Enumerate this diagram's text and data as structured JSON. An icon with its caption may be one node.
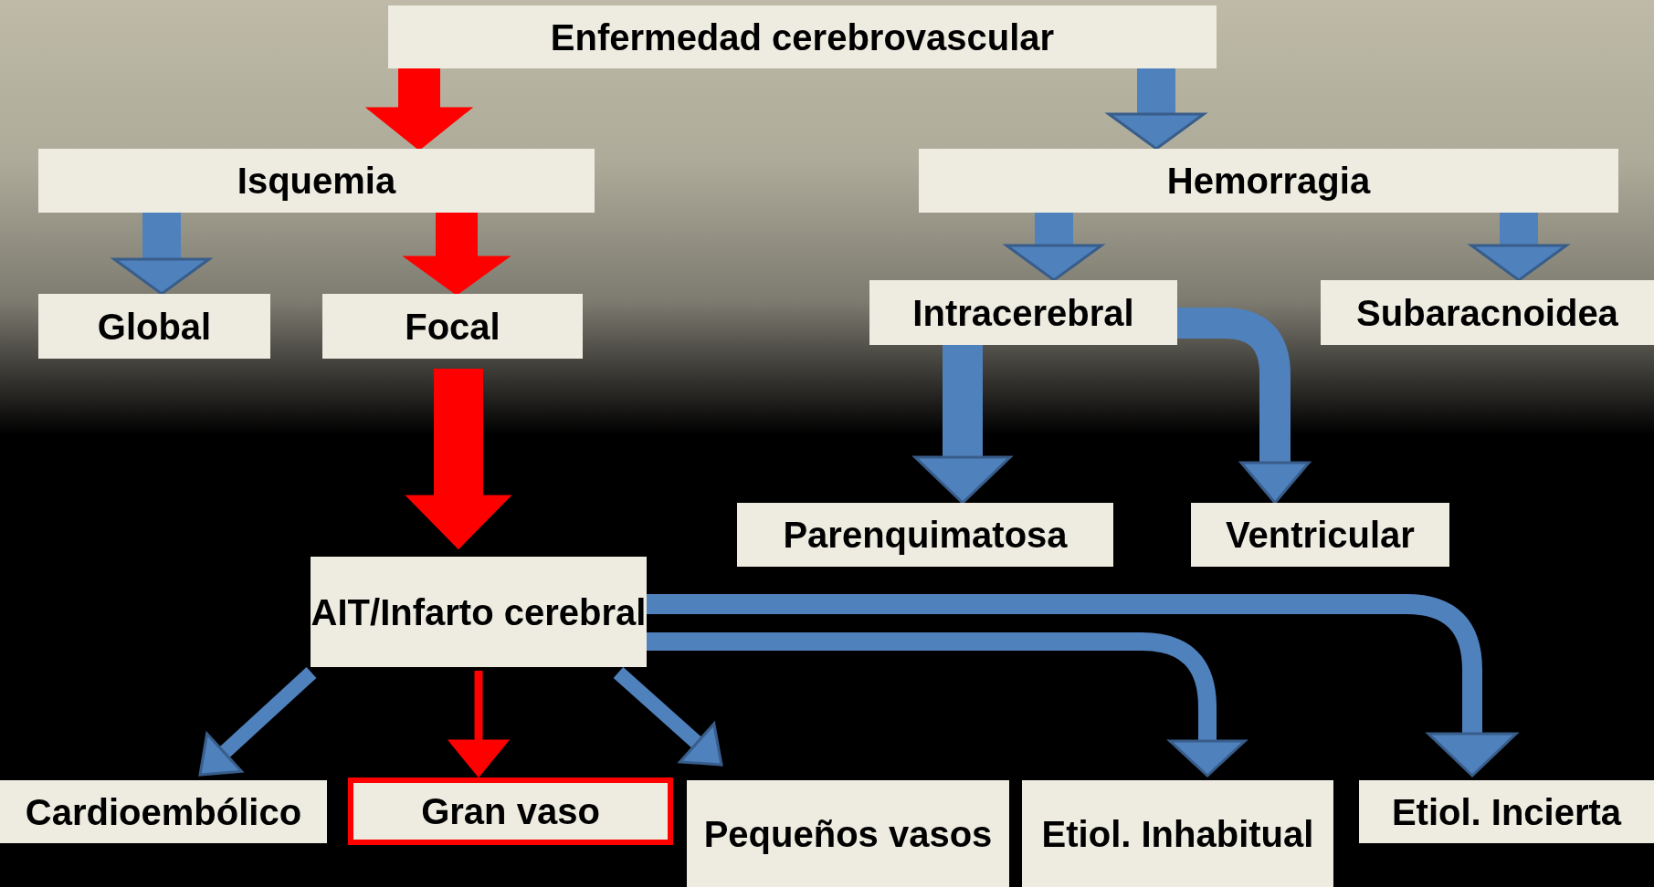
{
  "diagram": {
    "nodes": [
      {
        "text": [
          "Enfermedad cerebrovascular"
        ]
      },
      {
        "text": [
          "Isquemia"
        ]
      },
      {
        "text": [
          "Hemorragia"
        ]
      },
      {
        "text": [
          "Global"
        ]
      },
      {
        "text": [
          "Focal"
        ]
      },
      {
        "text": [
          "Intracerebral"
        ]
      },
      {
        "text": [
          "Subaracnoidea"
        ]
      },
      {
        "text": [
          "Parenquimatosa"
        ]
      },
      {
        "text": [
          "Ventricular"
        ]
      },
      {
        "text": [
          "AIT/Infarto cerebral"
        ]
      },
      {
        "text": [
          "Cardioembólico"
        ]
      },
      {
        "text": [
          "Gran vaso"
        ]
      },
      {
        "text": [
          "Pequeños vasos"
        ]
      },
      {
        "text": [
          "Etiol. Inhabitual"
        ]
      },
      {
        "text": [
          "Etiol. Incierta"
        ]
      }
    ],
    "edges": [
      {
        "from": 0,
        "to": 1,
        "arrow": "to",
        "color": "#ff0000"
      },
      {
        "from": 0,
        "to": 2,
        "arrow": "to"
      },
      {
        "from": 1,
        "to": 3,
        "arrow": "to"
      },
      {
        "from": 1,
        "to": 4,
        "arrow": "to",
        "color": "#ff0000"
      },
      {
        "from": 2,
        "to": 5,
        "arrow": "to"
      },
      {
        "from": 2,
        "to": 6,
        "arrow": "to"
      },
      {
        "from": 5,
        "to": 7,
        "arrow": "to"
      },
      {
        "from": 5,
        "to": 8,
        "arrow": "to"
      },
      {
        "from": 4,
        "to": 9,
        "arrow": "to",
        "color": "#ff0000"
      },
      {
        "from": 9,
        "to": 10,
        "arrow": "to"
      },
      {
        "from": 9,
        "to": 11,
        "arrow": "to",
        "color": "#ff0000"
      },
      {
        "from": 9,
        "to": 12,
        "arrow": "to"
      },
      {
        "from": 9,
        "to": 13,
        "arrow": "to"
      },
      {
        "from": 9,
        "to": 14,
        "arrow": "to"
      }
    ]
  }
}
